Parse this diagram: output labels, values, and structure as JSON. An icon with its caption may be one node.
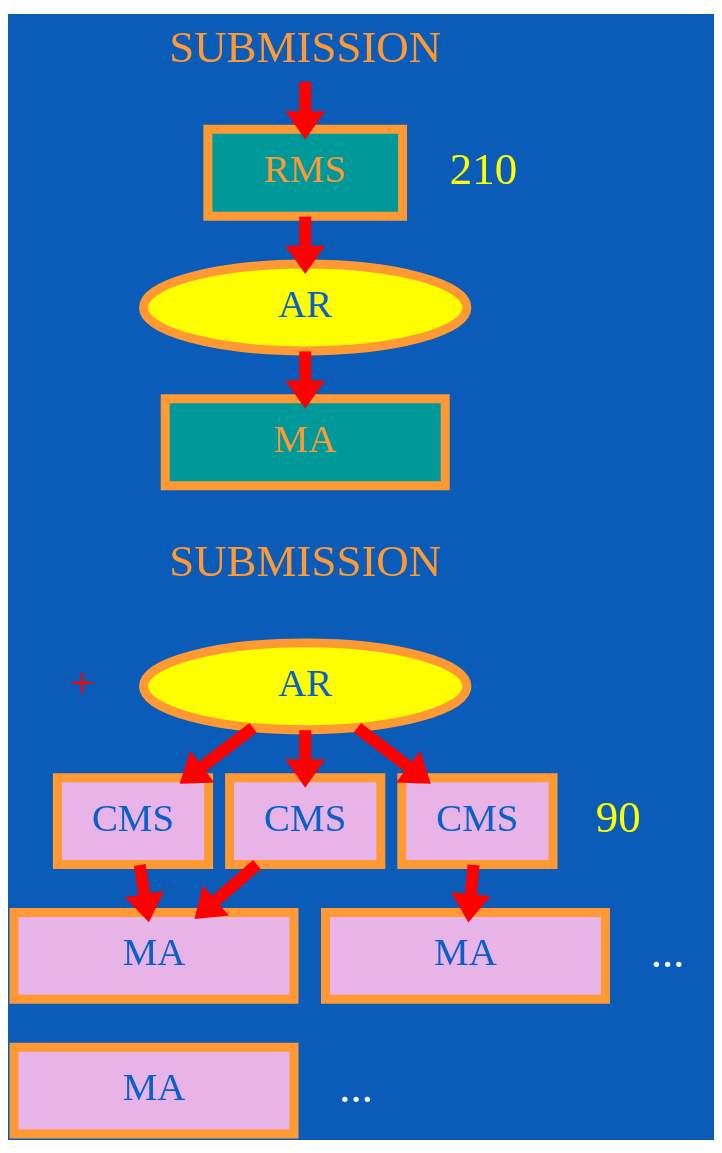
{
  "diagram": {
    "nodes": [
      {
        "text": [
          "SUBMISSION"
        ]
      },
      {
        "text": [
          "RMS"
        ]
      },
      {
        "text": [
          "AR"
        ]
      },
      {
        "text": [
          "MA"
        ]
      },
      {
        "text": [
          "AR"
        ]
      },
      {
        "text": [
          "CMS"
        ]
      },
      {
        "text": [
          "CMS"
        ]
      },
      {
        "text": [
          "CMS"
        ]
      },
      {
        "text": [
          "MA"
        ]
      },
      {
        "text": [
          "MA"
        ]
      },
      {
        "text": [
          "MA"
        ]
      }
    ],
    "edges": [
      {
        "from": 0,
        "to": 1,
        "arrow": "to"
      },
      {
        "from": 1,
        "to": 2,
        "arrow": "to"
      },
      {
        "from": 2,
        "to": 3,
        "arrow": "to"
      },
      {
        "from": 4,
        "to": 5,
        "arrow": "to"
      },
      {
        "from": 4,
        "to": 6,
        "arrow": "to"
      },
      {
        "from": 4,
        "to": 7,
        "arrow": "to"
      },
      {
        "from": 5,
        "to": 8,
        "arrow": "to"
      },
      {
        "from": 6,
        "to": 8,
        "arrow": "to"
      },
      {
        "from": 7,
        "to": 9,
        "arrow": "to"
      }
    ],
    "labels": [
      "210",
      "SUBMISSION",
      "+",
      "90",
      "...",
      "..."
    ]
  }
}
